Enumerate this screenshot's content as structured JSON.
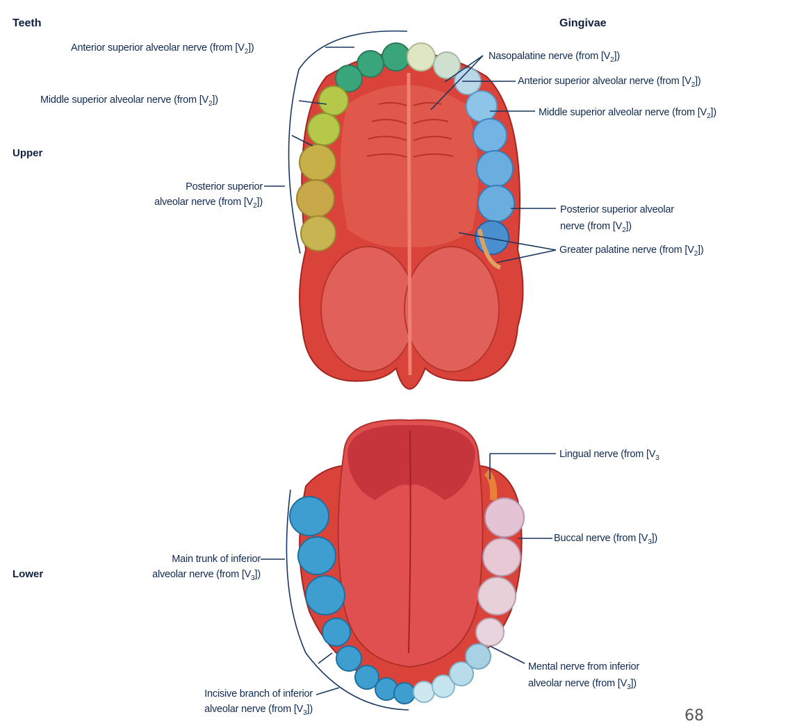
{
  "headers": {
    "teeth": "Teeth",
    "gingivae": "Gingivae",
    "upper": "Upper",
    "lower": "Lower"
  },
  "upper_teeth_labels": {
    "anterior_superior": "Anterior superior alveolar nerve (from [V",
    "middle_superior": "Middle superior alveolar nerve (from [V",
    "posterior_superior_1": "Posterior superior",
    "posterior_superior_2": "alveolar nerve (from [V"
  },
  "upper_gingivae_labels": {
    "nasopalatine": "Nasopalatine nerve (from [V",
    "anterior_superior": "Anterior superior alveolar nerve (from [V",
    "middle_superior": "Middle superior alveolar nerve (from [V",
    "posterior_superior_1": "Posterior superior alveolar",
    "posterior_superior_2": "nerve (from [V",
    "greater_palatine": "Greater palatine nerve (from [V"
  },
  "lower_teeth_labels": {
    "main_trunk_1": "Main trunk of inferior",
    "main_trunk_2": "alveolar nerve (from [V",
    "incisive_1": "Incisive branch of inferior",
    "incisive_2": "alveolar nerve (from [V"
  },
  "lower_gingivae_labels": {
    "lingual": "Lingual nerve (from [V",
    "buccal": "Buccal nerve (from [V",
    "mental_1": "Mental nerve from inferior",
    "mental_2": "alveolar nerve (from [V"
  },
  "subscripts": {
    "v2": "2",
    "v3": "3"
  },
  "closing": {
    "bracket": "])",
    "bracket_open": "]"
  },
  "slide_number": "68",
  "colors": {
    "tissue": "#d9433a",
    "tissue_dark": "#b32a25",
    "teeth_green": "#3aa47a",
    "teeth_yellow": "#c8c64a",
    "teeth_blue": "#3f9ed0",
    "gum_blue": "#6aaee0",
    "gum_peach": "#e8a07a",
    "line": "#16365f"
  }
}
